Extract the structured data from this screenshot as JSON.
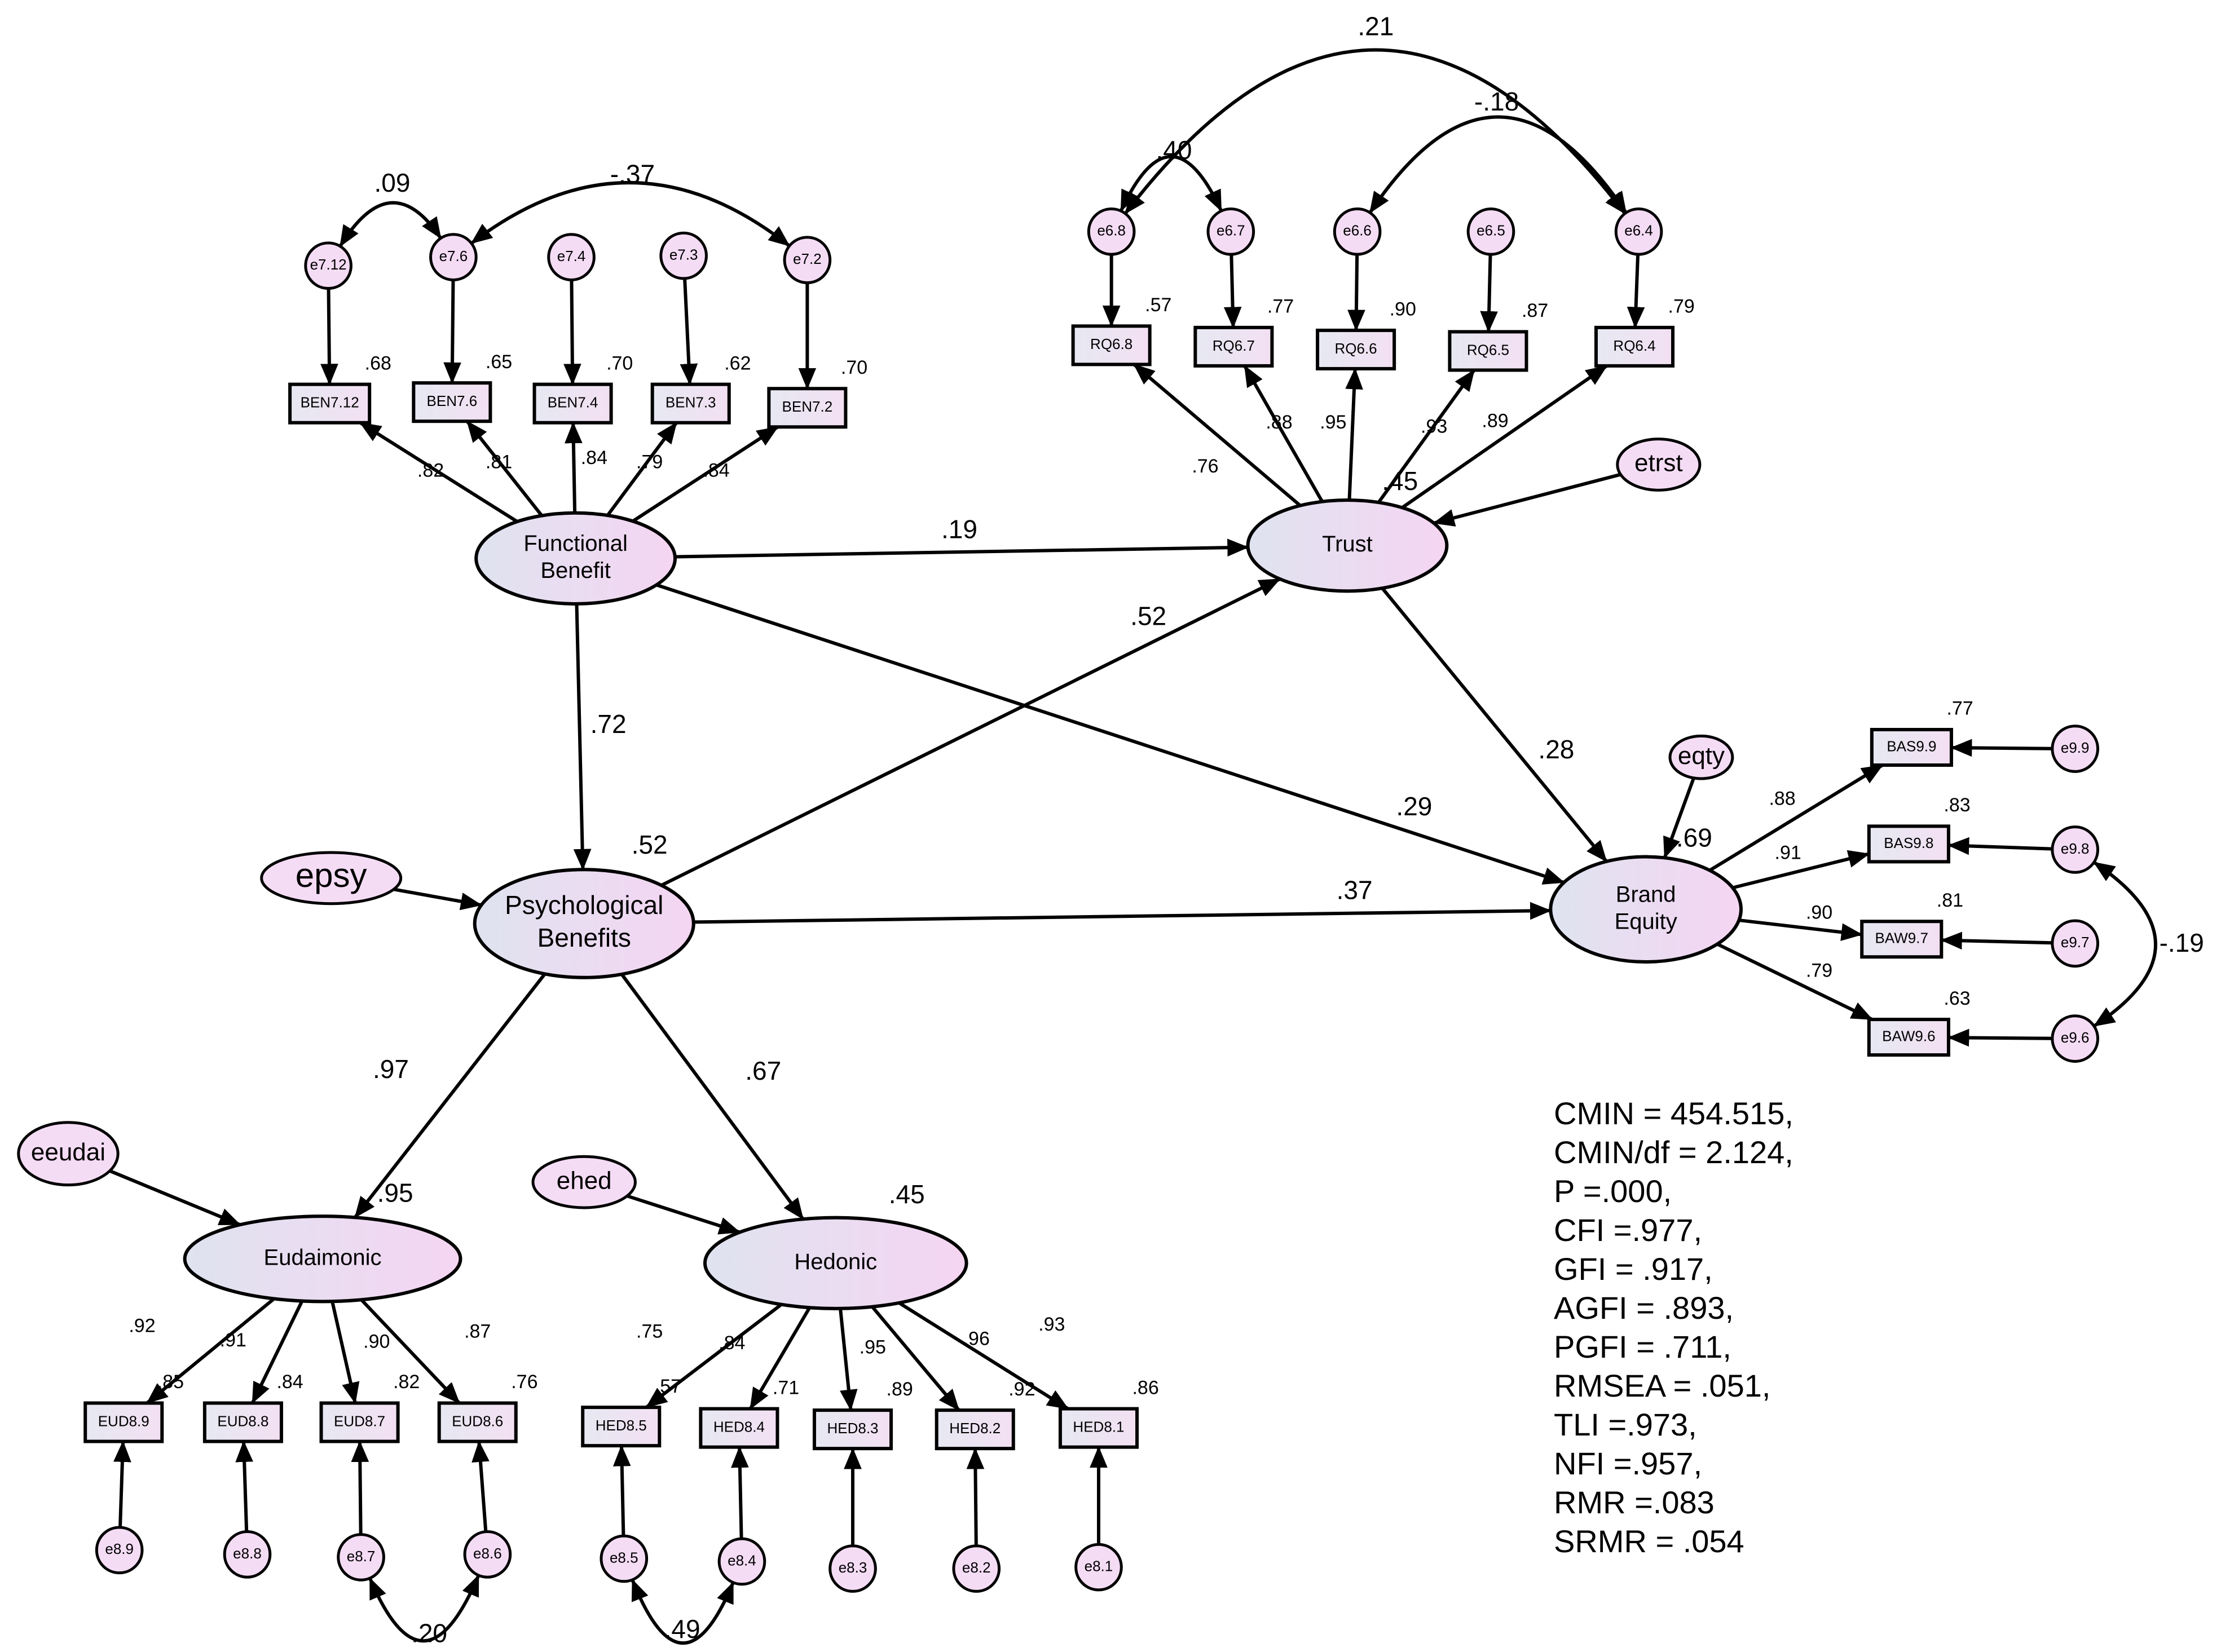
{
  "nodes": [
    {
      "id": "functional_benefit",
      "kind": "latent",
      "lines": [
        "Functional",
        "Benefit"
      ]
    },
    {
      "id": "psychological_benefits",
      "kind": "latent",
      "lines": [
        "Psychological",
        "Benefits"
      ]
    },
    {
      "id": "trust",
      "kind": "latent",
      "lines": [
        "Trust"
      ]
    },
    {
      "id": "brand_equity",
      "kind": "latent",
      "lines": [
        "Brand",
        "Equity"
      ]
    },
    {
      "id": "eudaimonic",
      "kind": "latent",
      "lines": [
        "Eudaimonic"
      ]
    },
    {
      "id": "hedonic",
      "kind": "latent",
      "lines": [
        "Hedonic"
      ]
    },
    {
      "id": "epsy",
      "kind": "disturbance",
      "lines": [
        "epsy"
      ]
    },
    {
      "id": "etrst",
      "kind": "disturbance",
      "lines": [
        "etrst"
      ]
    },
    {
      "id": "eqty",
      "kind": "disturbance",
      "lines": [
        "eqty"
      ]
    },
    {
      "id": "eeudai",
      "kind": "disturbance",
      "lines": [
        "eeudai"
      ]
    },
    {
      "id": "ehed",
      "kind": "disturbance",
      "lines": [
        "ehed"
      ]
    },
    {
      "id": "BEN7.12",
      "kind": "indicator",
      "lines": [
        "BEN7.12"
      ]
    },
    {
      "id": "BEN7.6",
      "kind": "indicator",
      "lines": [
        "BEN7.6"
      ]
    },
    {
      "id": "BEN7.4",
      "kind": "indicator",
      "lines": [
        "BEN7.4"
      ]
    },
    {
      "id": "BEN7.3",
      "kind": "indicator",
      "lines": [
        "BEN7.3"
      ]
    },
    {
      "id": "BEN7.2",
      "kind": "indicator",
      "lines": [
        "BEN7.2"
      ]
    },
    {
      "id": "RQ6.8",
      "kind": "indicator",
      "lines": [
        "RQ6.8"
      ]
    },
    {
      "id": "RQ6.7",
      "kind": "indicator",
      "lines": [
        "RQ6.7"
      ]
    },
    {
      "id": "RQ6.6",
      "kind": "indicator",
      "lines": [
        "RQ6.6"
      ]
    },
    {
      "id": "RQ6.5",
      "kind": "indicator",
      "lines": [
        "RQ6.5"
      ]
    },
    {
      "id": "RQ6.4",
      "kind": "indicator",
      "lines": [
        "RQ6.4"
      ]
    },
    {
      "id": "BAS9.9",
      "kind": "indicator",
      "lines": [
        "BAS9.9"
      ]
    },
    {
      "id": "BAS9.8",
      "kind": "indicator",
      "lines": [
        "BAS9.8"
      ]
    },
    {
      "id": "BAW9.7",
      "kind": "indicator",
      "lines": [
        "BAW9.7"
      ]
    },
    {
      "id": "BAW9.6",
      "kind": "indicator",
      "lines": [
        "BAW9.6"
      ]
    },
    {
      "id": "EUD8.9",
      "kind": "indicator",
      "lines": [
        "EUD8.9"
      ]
    },
    {
      "id": "EUD8.8",
      "kind": "indicator",
      "lines": [
        "EUD8.8"
      ]
    },
    {
      "id": "EUD8.7",
      "kind": "indicator",
      "lines": [
        "EUD8.7"
      ]
    },
    {
      "id": "EUD8.6",
      "kind": "indicator",
      "lines": [
        "EUD8.6"
      ]
    },
    {
      "id": "HED8.5",
      "kind": "indicator",
      "lines": [
        "HED8.5"
      ]
    },
    {
      "id": "HED8.4",
      "kind": "indicator",
      "lines": [
        "HED8.4"
      ]
    },
    {
      "id": "HED8.3",
      "kind": "indicator",
      "lines": [
        "HED8.3"
      ]
    },
    {
      "id": "HED8.2",
      "kind": "indicator",
      "lines": [
        "HED8.2"
      ]
    },
    {
      "id": "HED8.1",
      "kind": "indicator",
      "lines": [
        "HED8.1"
      ]
    },
    {
      "id": "e7.12",
      "kind": "error",
      "lines": [
        "e7.12"
      ]
    },
    {
      "id": "e7.6",
      "kind": "error",
      "lines": [
        "e7.6"
      ]
    },
    {
      "id": "e7.4",
      "kind": "error",
      "lines": [
        "e7.4"
      ]
    },
    {
      "id": "e7.3",
      "kind": "error",
      "lines": [
        "e7.3"
      ]
    },
    {
      "id": "e7.2",
      "kind": "error",
      "lines": [
        "e7.2"
      ]
    },
    {
      "id": "e6.8",
      "kind": "error",
      "lines": [
        "e6.8"
      ]
    },
    {
      "id": "e6.7",
      "kind": "error",
      "lines": [
        "e6.7"
      ]
    },
    {
      "id": "e6.6",
      "kind": "error",
      "lines": [
        "e6.6"
      ]
    },
    {
      "id": "e6.5",
      "kind": "error",
      "lines": [
        "e6.5"
      ]
    },
    {
      "id": "e6.4",
      "kind": "error",
      "lines": [
        "e6.4"
      ]
    },
    {
      "id": "e9.9",
      "kind": "error",
      "lines": [
        "e9.9"
      ]
    },
    {
      "id": "e9.8",
      "kind": "error",
      "lines": [
        "e9.8"
      ]
    },
    {
      "id": "e9.7",
      "kind": "error",
      "lines": [
        "e9.7"
      ]
    },
    {
      "id": "e9.6",
      "kind": "error",
      "lines": [
        "e9.6"
      ]
    },
    {
      "id": "e8.9",
      "kind": "error",
      "lines": [
        "e8.9"
      ]
    },
    {
      "id": "e8.8",
      "kind": "error",
      "lines": [
        "e8.8"
      ]
    },
    {
      "id": "e8.7",
      "kind": "error",
      "lines": [
        "e8.7"
      ]
    },
    {
      "id": "e8.6",
      "kind": "error",
      "lines": [
        "e8.6"
      ]
    },
    {
      "id": "e8.5",
      "kind": "error",
      "lines": [
        "e8.5"
      ]
    },
    {
      "id": "e8.4",
      "kind": "error",
      "lines": [
        "e8.4"
      ]
    },
    {
      "id": "e8.3",
      "kind": "error",
      "lines": [
        "e8.3"
      ]
    },
    {
      "id": "e8.2",
      "kind": "error",
      "lines": [
        "e8.2"
      ]
    },
    {
      "id": "e8.1",
      "kind": "error",
      "lines": [
        "e8.1"
      ]
    }
  ],
  "structural_paths": [
    {
      "from": "functional_benefit",
      "to": "trust",
      "label": ".19"
    },
    {
      "from": "functional_benefit",
      "to": "psychological_benefits",
      "label": ".72"
    },
    {
      "from": "functional_benefit",
      "to": "brand_equity",
      "label": ".29"
    },
    {
      "from": "psychological_benefits",
      "to": "trust",
      "label": ".52"
    },
    {
      "from": "psychological_benefits",
      "to": "brand_equity",
      "label": ".37"
    },
    {
      "from": "trust",
      "to": "brand_equity",
      "label": ".28"
    },
    {
      "from": "psychological_benefits",
      "to": "eudaimonic",
      "label": ".97"
    },
    {
      "from": "psychological_benefits",
      "to": "hedonic",
      "label": ".67"
    },
    {
      "from": "epsy",
      "to": "psychological_benefits",
      "label": ""
    },
    {
      "from": "etrst",
      "to": "trust",
      "label": ""
    },
    {
      "from": "eqty",
      "to": "brand_equity",
      "label": ""
    },
    {
      "from": "eeudai",
      "to": "eudaimonic",
      "label": ""
    },
    {
      "from": "ehed",
      "to": "hedonic",
      "label": ""
    }
  ],
  "loadings": [
    {
      "from": "functional_benefit",
      "to": "BEN7.12",
      "label": ".82"
    },
    {
      "from": "functional_benefit",
      "to": "BEN7.6",
      "label": ".81"
    },
    {
      "from": "functional_benefit",
      "to": "BEN7.4",
      "label": ".84"
    },
    {
      "from": "functional_benefit",
      "to": "BEN7.3",
      "label": ".79"
    },
    {
      "from": "functional_benefit",
      "to": "BEN7.2",
      "label": ".84"
    },
    {
      "from": "trust",
      "to": "RQ6.8",
      "label": ".76"
    },
    {
      "from": "trust",
      "to": "RQ6.7",
      "label": ".88"
    },
    {
      "from": "trust",
      "to": "RQ6.6",
      "label": ".95"
    },
    {
      "from": "trust",
      "to": "RQ6.5",
      "label": ".93"
    },
    {
      "from": "trust",
      "to": "RQ6.4",
      "label": ".89"
    },
    {
      "from": "brand_equity",
      "to": "BAS9.9",
      "label": ".88"
    },
    {
      "from": "brand_equity",
      "to": "BAS9.8",
      "label": ".91"
    },
    {
      "from": "brand_equity",
      "to": "BAW9.7",
      "label": ".90"
    },
    {
      "from": "brand_equity",
      "to": "BAW9.6",
      "label": ".79"
    },
    {
      "from": "eudaimonic",
      "to": "EUD8.9",
      "label": ".92"
    },
    {
      "from": "eudaimonic",
      "to": "EUD8.8",
      "label": ".91"
    },
    {
      "from": "eudaimonic",
      "to": "EUD8.7",
      "label": ".90"
    },
    {
      "from": "eudaimonic",
      "to": "EUD8.6",
      "label": ".87"
    },
    {
      "from": "hedonic",
      "to": "HED8.5",
      "label": ".75"
    },
    {
      "from": "hedonic",
      "to": "HED8.4",
      "label": ".84"
    },
    {
      "from": "hedonic",
      "to": "HED8.3",
      "label": ".95"
    },
    {
      "from": "hedonic",
      "to": "HED8.2",
      "label": ".96"
    },
    {
      "from": "hedonic",
      "to": "HED8.1",
      "label": ".93"
    }
  ],
  "error_links": [
    {
      "from": "e7.12",
      "to": "BEN7.12"
    },
    {
      "from": "e7.6",
      "to": "BEN7.6"
    },
    {
      "from": "e7.4",
      "to": "BEN7.4"
    },
    {
      "from": "e7.3",
      "to": "BEN7.3"
    },
    {
      "from": "e7.2",
      "to": "BEN7.2"
    },
    {
      "from": "e6.8",
      "to": "RQ6.8"
    },
    {
      "from": "e6.7",
      "to": "RQ6.7"
    },
    {
      "from": "e6.6",
      "to": "RQ6.6"
    },
    {
      "from": "e6.5",
      "to": "RQ6.5"
    },
    {
      "from": "e6.4",
      "to": "RQ6.4"
    },
    {
      "from": "e9.9",
      "to": "BAS9.9"
    },
    {
      "from": "e9.8",
      "to": "BAS9.8"
    },
    {
      "from": "e9.7",
      "to": "BAW9.7"
    },
    {
      "from": "e9.6",
      "to": "BAW9.6"
    },
    {
      "from": "e8.9",
      "to": "EUD8.9"
    },
    {
      "from": "e8.8",
      "to": "EUD8.8"
    },
    {
      "from": "e8.7",
      "to": "EUD8.7"
    },
    {
      "from": "e8.6",
      "to": "EUD8.6"
    },
    {
      "from": "e8.5",
      "to": "HED8.5"
    },
    {
      "from": "e8.4",
      "to": "HED8.4"
    },
    {
      "from": "e8.3",
      "to": "HED8.3"
    },
    {
      "from": "e8.2",
      "to": "HED8.2"
    },
    {
      "from": "e8.1",
      "to": "HED8.1"
    }
  ],
  "covariances": [
    {
      "a": "e7.12",
      "b": "e7.6",
      "label": ".09"
    },
    {
      "a": "e7.6",
      "b": "e7.2",
      "label": "-.37"
    },
    {
      "a": "e6.8",
      "b": "e6.7",
      "label": ".40"
    },
    {
      "a": "e6.8",
      "b": "e6.4",
      "label": ".21"
    },
    {
      "a": "e6.6",
      "b": "e6.4",
      "label": "-.18"
    },
    {
      "a": "e9.8",
      "b": "e9.6",
      "label": "-.19"
    },
    {
      "a": "e8.7",
      "b": "e8.6",
      "label": ".20"
    },
    {
      "a": "e8.5",
      "b": "e8.4",
      "label": ".49"
    }
  ],
  "r_squared": [
    {
      "node": "psychological_benefits",
      "value": ".52"
    },
    {
      "node": "trust",
      "value": ".45"
    },
    {
      "node": "brand_equity",
      "value": ".69"
    },
    {
      "node": "eudaimonic",
      "value": ".95"
    },
    {
      "node": "hedonic",
      "value": ".45"
    },
    {
      "node": "BEN7.12",
      "value": ".68"
    },
    {
      "node": "BEN7.6",
      "value": ".65"
    },
    {
      "node": "BEN7.4",
      "value": ".70"
    },
    {
      "node": "BEN7.3",
      "value": ".62"
    },
    {
      "node": "BEN7.2",
      "value": ".70"
    },
    {
      "node": "RQ6.8",
      "value": ".57"
    },
    {
      "node": "RQ6.7",
      "value": ".77"
    },
    {
      "node": "RQ6.6",
      "value": ".90"
    },
    {
      "node": "RQ6.5",
      "value": ".87"
    },
    {
      "node": "RQ6.4",
      "value": ".79"
    },
    {
      "node": "BAS9.9",
      "value": ".77"
    },
    {
      "node": "BAS9.8",
      "value": ".83"
    },
    {
      "node": "BAW9.7",
      "value": ".81"
    },
    {
      "node": "BAW9.6",
      "value": ".63"
    },
    {
      "node": "EUD8.9",
      "value": ".85"
    },
    {
      "node": "EUD8.8",
      "value": ".84"
    },
    {
      "node": "EUD8.7",
      "value": ".82"
    },
    {
      "node": "EUD8.6",
      "value": ".76"
    },
    {
      "node": "HED8.5",
      "value": ".57"
    },
    {
      "node": "HED8.4",
      "value": ".71"
    },
    {
      "node": "HED8.3",
      "value": ".89"
    },
    {
      "node": "HED8.2",
      "value": ".92"
    },
    {
      "node": "HED8.1",
      "value": ".86"
    }
  ],
  "fit_indices": [
    "CMIN = 454.515,",
    "CMIN/df = 2.124,",
    "P =.000,",
    "CFI =.977,",
    "GFI = .917,",
    "AGFI = .893,",
    "PGFI = .711,",
    "RMSEA = .051,",
    "TLI =.973,",
    "NFI =.957,",
    "RMR =.083",
    "SRMR = .054"
  ],
  "colors": {
    "node_fill_left": "#dfe3f0",
    "node_fill_right": "#f5d5f2",
    "stroke": "#000000",
    "background": "#ffffff"
  }
}
